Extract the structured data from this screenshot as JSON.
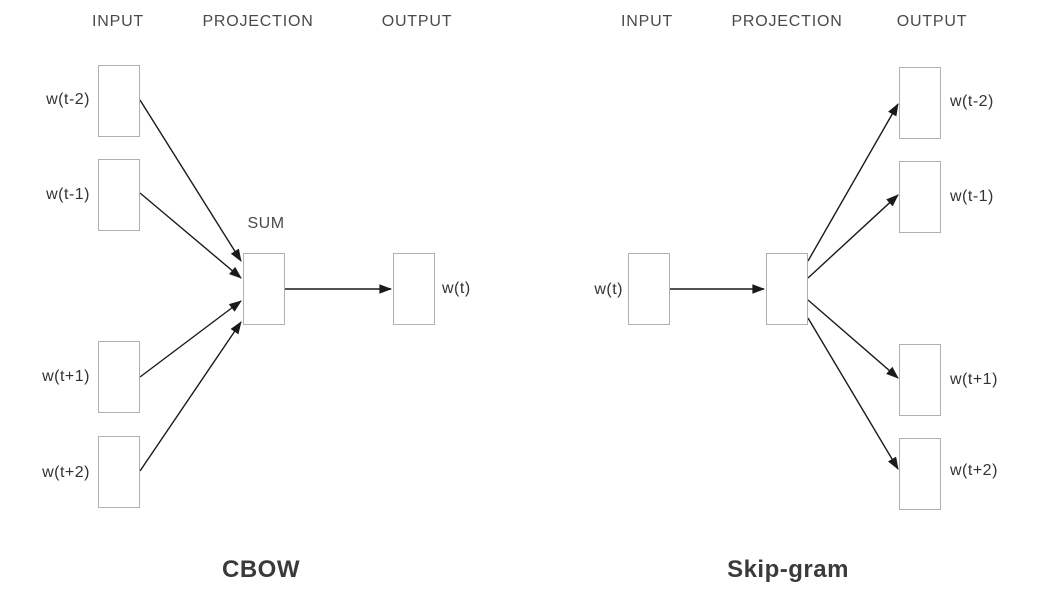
{
  "cbow": {
    "columns": [
      "INPUT",
      "PROJECTION",
      "OUTPUT"
    ],
    "input_labels": [
      "w(t-2)",
      "w(t-1)",
      "w(t+1)",
      "w(t+2)"
    ],
    "projection_label": "SUM",
    "output_label": "w(t)",
    "title": "CBOW"
  },
  "skipgram": {
    "columns": [
      "INPUT",
      "PROJECTION",
      "OUTPUT"
    ],
    "input_label": "w(t)",
    "output_labels": [
      "w(t-2)",
      "w(t-1)",
      "w(t+1)",
      "w(t+2)"
    ],
    "title": "Skip-gram"
  },
  "colors": {
    "box_border": "#b0b0b0",
    "line": "#1a1a1a",
    "text": "#333333",
    "heading": "#4a4a4a",
    "title": "#3a3a3a"
  }
}
